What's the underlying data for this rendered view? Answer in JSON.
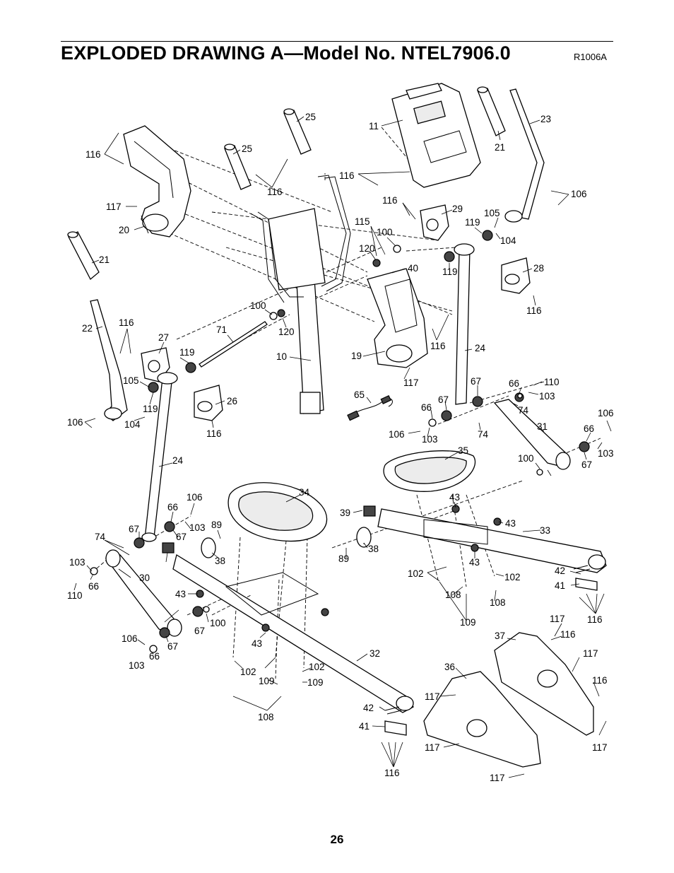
{
  "header": {
    "title": "EXPLODED DRAWING A—Model No. NTEL7906.0",
    "code": "R1006A"
  },
  "footer": {
    "page_number": "26"
  },
  "callouts": [
    "25",
    "25",
    "11",
    "23",
    "21",
    "116",
    "116",
    "116",
    "117",
    "20",
    "21",
    "116",
    "106",
    "116",
    "29",
    "105",
    "119",
    "104",
    "115",
    "100",
    "120",
    "40",
    "119",
    "28",
    "116",
    "22",
    "116",
    "27",
    "100",
    "71",
    "120",
    "10",
    "19",
    "116",
    "24",
    "119",
    "117",
    "105",
    "26",
    "119",
    "104",
    "106",
    "116",
    "65",
    "67",
    "66",
    "110",
    "103",
    "74",
    "67",
    "66",
    "106",
    "103",
    "74",
    "31",
    "106",
    "66",
    "103",
    "35",
    "100",
    "67",
    "24",
    "34",
    "106",
    "66",
    "103",
    "89",
    "67",
    "67",
    "74",
    "39",
    "43",
    "43",
    "38",
    "103",
    "30",
    "66",
    "110",
    "43",
    "89",
    "38",
    "43",
    "33",
    "42",
    "102",
    "102",
    "41",
    "108",
    "108",
    "109",
    "116",
    "117",
    "116",
    "106",
    "67",
    "100",
    "43",
    "37",
    "32",
    "117",
    "36",
    "102",
    "102",
    "116",
    "109",
    "109",
    "108",
    "117",
    "42",
    "41",
    "117",
    "116",
    "117",
    "117",
    "67",
    "66",
    "103"
  ]
}
